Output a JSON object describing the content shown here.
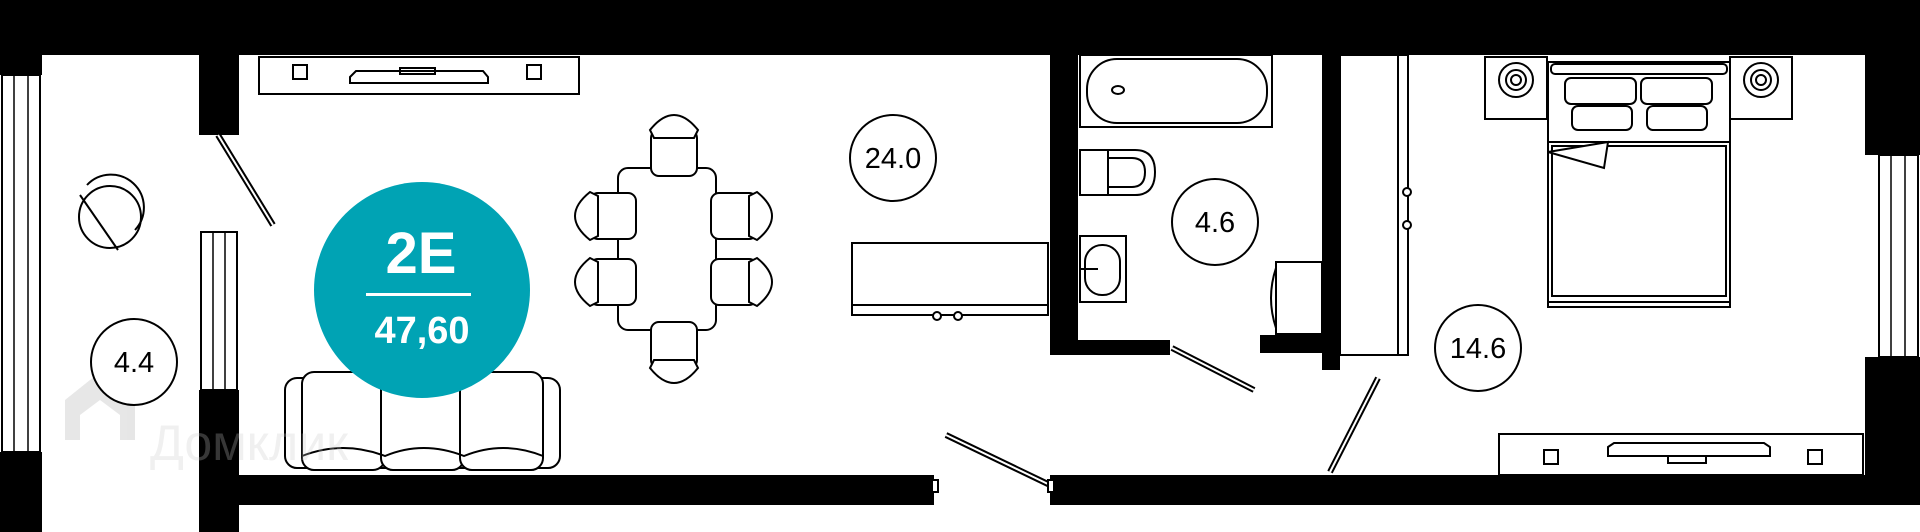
{
  "plan": {
    "unit": {
      "type_code": "2E",
      "total_area": "47,60"
    },
    "rooms": [
      {
        "id": "balcony",
        "area": "4.4"
      },
      {
        "id": "living-kitchen",
        "area": "24.0"
      },
      {
        "id": "bathroom",
        "area": "4.6"
      },
      {
        "id": "bedroom",
        "area": "14.6"
      }
    ],
    "watermark": {
      "text": "Домклик"
    },
    "colors": {
      "badge": "#00A3B4",
      "wall": "#000000",
      "background": "#FFFFFF"
    },
    "icons": [
      "chair-icon",
      "dining-table-icon",
      "sofa-icon",
      "bed-icon",
      "bathtub-icon",
      "toilet-icon",
      "sink-icon",
      "washing-machine-icon",
      "tv-stand-icon",
      "nightstand-lamp-icon",
      "kitchen-counter-icon",
      "wardrobe-icon",
      "door-icon",
      "window-icon"
    ]
  }
}
